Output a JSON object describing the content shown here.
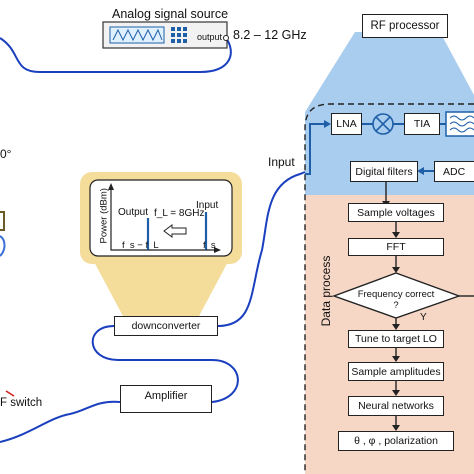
{
  "source": {
    "title": "Analog signal source",
    "port": "output",
    "freq": "8.2 – 12 GHz"
  },
  "rf": {
    "title": "RF processor",
    "lna": "LNA",
    "tia": "TIA",
    "filters": "Digital filters",
    "adc": "ADC"
  },
  "input_label": "Input",
  "partial": {
    "degree": "0°",
    "switch": "F switch"
  },
  "spectrum": {
    "ylabel": "Power (dBm)",
    "output_label": "Output",
    "shift_label": "f_L = 8GHz",
    "input_label": "Input",
    "tick_left": "f_s − f_L",
    "tick_right": "f_s"
  },
  "downconverter": "downconverter",
  "amplifier": "Amplifier",
  "data_process": {
    "title": "Data process",
    "steps": [
      "Sample voltages",
      "FFT",
      "Frequency correct ?",
      "Tune to target LO",
      "Sample amplitudes",
      "Neural networks",
      "θ , φ , polarization"
    ],
    "yes": "Y"
  },
  "colors": {
    "accent": "#1f5fa8",
    "rf_bg": "#a9cdee",
    "dp_bg": "#f6d7c6",
    "spec_bg": "#f4dd9a"
  }
}
